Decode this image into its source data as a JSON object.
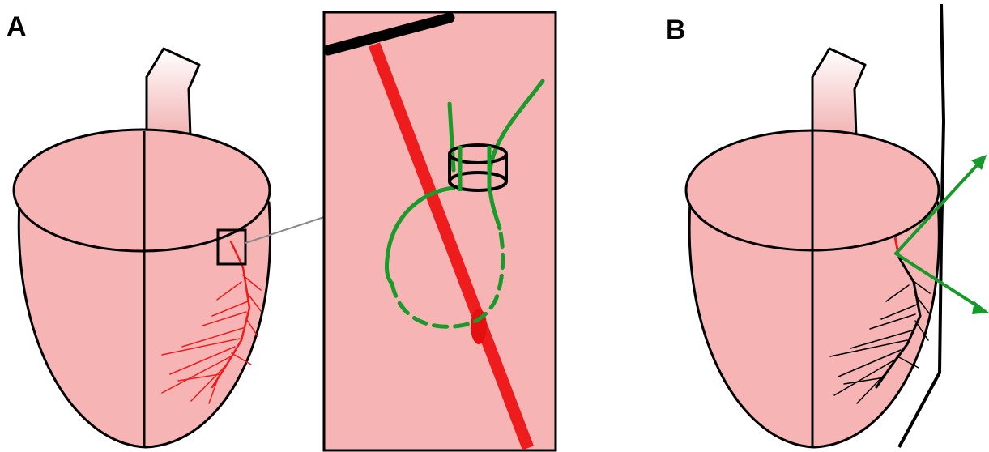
{
  "panels": [
    {
      "id": "A",
      "label": "A"
    },
    {
      "id": "B",
      "label": "B"
    }
  ],
  "colors": {
    "tissue_fill": "#f7b4b4",
    "outline": "#000000",
    "artery": "#ee1c1c",
    "suture": "#1a9a2a",
    "arrow": "#179a2b",
    "branches_after": "#000000",
    "background": "#ffffff"
  }
}
